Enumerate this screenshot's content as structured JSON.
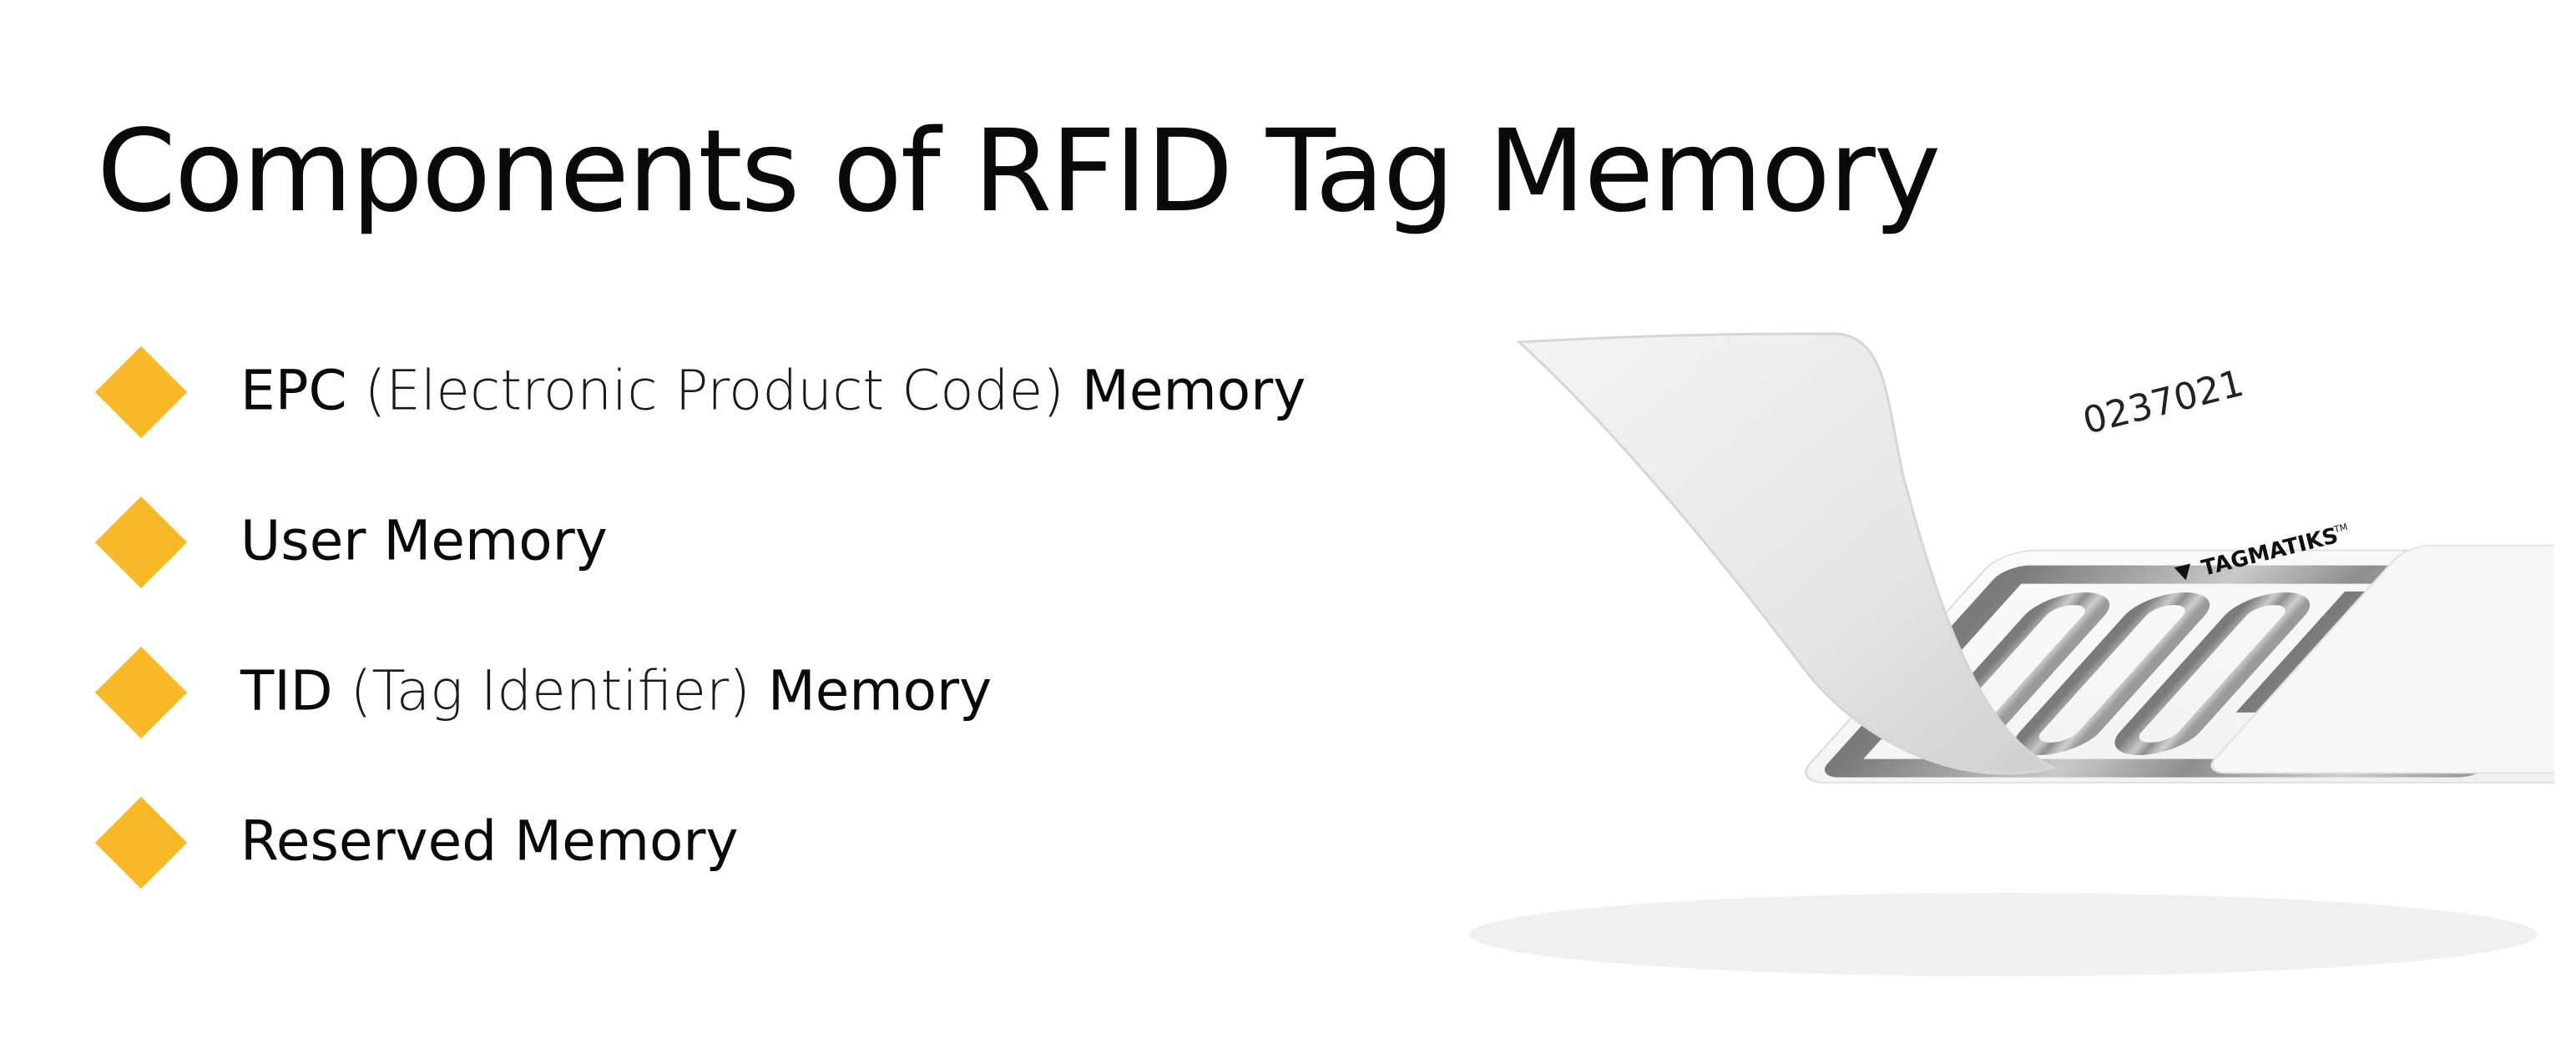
{
  "title": "Components of RFID Tag Memory",
  "items": [
    {
      "strong": "EPC",
      "note": "(Electronic Product Code)",
      "suffix": "Memory",
      "icon": "diamond-bullet-icon"
    },
    {
      "strong": "User Memory",
      "note": "",
      "suffix": "",
      "icon": "diamond-bullet-icon"
    },
    {
      "strong": "TID",
      "note": "(Tag Identifier)",
      "suffix": "Memory",
      "icon": "diamond-bullet-icon"
    },
    {
      "strong": "Reserved Memory",
      "note": "",
      "suffix": "",
      "icon": "diamond-bullet-icon"
    }
  ],
  "tag": {
    "serial": "0237021",
    "brand": "TAGMATIKS",
    "trademark": "TM"
  },
  "colors": {
    "accent": "#f8b928",
    "text": "#0a0a0a",
    "background": "#ffffff"
  }
}
